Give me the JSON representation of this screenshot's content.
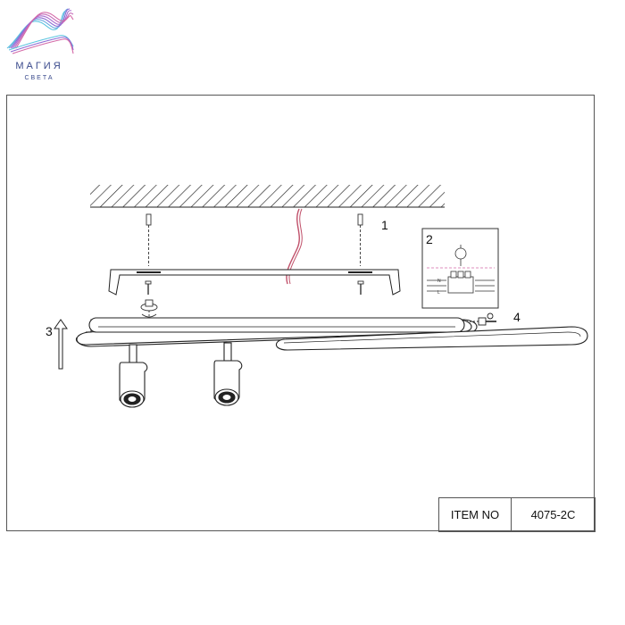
{
  "brand": {
    "name": "МАГИЯ",
    "tagline": "СВЕТА",
    "colors": {
      "primary": "#3a4a8c",
      "accent_pink": "#d46aa8",
      "accent_purple": "#8a6ad4",
      "accent_cyan": "#5bc4e0"
    }
  },
  "steps": [
    {
      "label": "1"
    },
    {
      "label": "2"
    },
    {
      "label": "3"
    },
    {
      "label": "4"
    }
  ],
  "wiring": {
    "terminal_n": "N",
    "terminal_l": "L"
  },
  "title_block": {
    "label": "ITEM NO",
    "value": "4075-2C"
  }
}
